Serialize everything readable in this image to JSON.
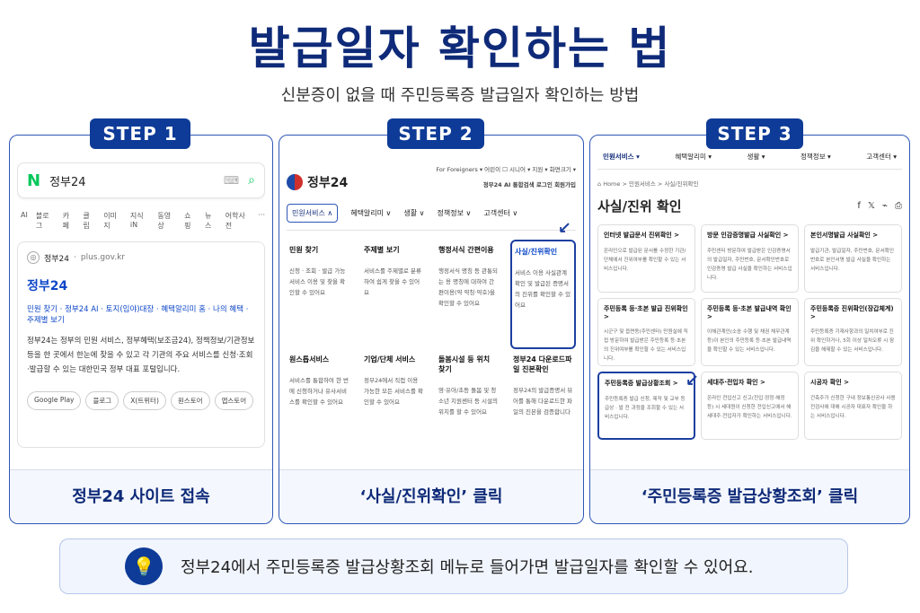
{
  "title": "발급일자 확인하는 법",
  "subtitle": "신분증이 없을 때 주민등록증 발급일자 확인하는 방법",
  "steps": [
    {
      "badge": "STEP 1",
      "caption": "정부24 사이트 접속"
    },
    {
      "badge": "STEP 2",
      "caption": "‘사실/진위확인’ 클릭"
    },
    {
      "badge": "STEP 3",
      "caption": "‘주민등록증 발급상황조회’ 클릭"
    }
  ],
  "step1": {
    "logo": "N",
    "query": "정부24",
    "tabs": [
      "AI",
      "블로그",
      "카페",
      "클립",
      "이미지",
      "지식iN",
      "동영상",
      "쇼핑",
      "뉴스",
      "어학사전",
      "···"
    ],
    "site_name": "정부24",
    "site_url": "plus.gov.kr",
    "result_title": "정부24",
    "quick_links": "민원 찾기 · 정부24 AI · 토지(임야)대장 · 혜택알리미 홈 · 나의 혜택 · 주제별 보기",
    "description": "정부24는 정부의 민원 서비스, 정부혜택(보조금24), 정책정보/기관정보 등을 한 곳에서 한눈에 찾을 수 있고 각 기관의 주요 서비스를 신청·조회·발급할 수 있는 대한민국 정부 대표 포털입니다.",
    "chips": [
      "Google Play",
      "블로그",
      "X(트위터)",
      "원스토어",
      "앱스토어"
    ]
  },
  "step2": {
    "logo": "정부24",
    "util_row1": "For Foreigners ▾   어린이 ☐   시니어 ▾   지원 ▾   화면크기 ▾",
    "util_row2": "정부24 AI   통합검색   로그인   회원가입",
    "nav": [
      "민원서비스 ∧",
      "혜택알리미 ∨",
      "생활 ∨",
      "정책정보 ∨",
      "고객센터 ∨"
    ],
    "cells": [
      {
        "title": "민원 찾기",
        "desc": "신청 · 조회 · 발급 가능 서비스 이용 및 찾을 확인할 수 있어요"
      },
      {
        "title": "주제별 보기",
        "desc": "서비스를 주제별로 분류하여 쉽게 찾을 수 있어요"
      },
      {
        "title": "행정서식 간편이용",
        "desc": "행정서식 명칭 등 관통되는 용 명칭에 대하여 간편이용(약 약칭·약호)을 확인할 수 있어요"
      },
      {
        "title": "사실/진위확인",
        "desc": "서비스 이용 사실관계 확인 및 발급된 증명서의 진위를 확인할 수 있어요"
      },
      {
        "title": "원스톱서비스",
        "desc": "서비스를 통합하여 한 번에 신청하거나 유사서비스를 확인할 수 있어요"
      },
      {
        "title": "기업/단체 서비스",
        "desc": "정부24에서 직접 이용 가능한 모든 서비스를 확인할 수 있어요"
      },
      {
        "title": "돌봄시설 등 위치 찾기",
        "desc": "영·유아/초등 돌봄 및 청소년 지원센터 등 시설의 위치를 할 수 있어요"
      },
      {
        "title": "정부24 다운로드파일 진본확인",
        "desc": "정부24의 발급증명서 뷰어를 통해 다운로드한 파일의 진본을 검증합니다"
      }
    ]
  },
  "step3": {
    "nav": [
      "민원서비스 ▾",
      "혜택알리미 ▾",
      "생활 ▾",
      "정책정보 ▾",
      "고객센터 ▾"
    ],
    "breadcrumb": "⌂ Home  >  민원서비스  >  사실/진위확인",
    "page_title": "사실/진위 확인",
    "cards": [
      {
        "title": "인터넷 발급문서 진위확인 >",
        "desc": "온라인으로 발급된 문서를 수정한 기관/단체에서 진위여부를 확인할 수 있는 서비스입니다."
      },
      {
        "title": "방문 인감증명발급 사실확인 >",
        "desc": "주민센터 방문하여 발급받은 인감증명서의 발급일자, 주민번호, 문서확인번호로 인감증명 발급 사실을 확인하는 서비스입니다."
      },
      {
        "title": "본인서명발급 사실확인 >",
        "desc": "발급기관, 발급일자, 주민번호, 문서확인번호로 본인서명 발급 사실을 확인하는 서비스입니다."
      },
      {
        "title": "주민등록 등·초본 발급 진위확인 >",
        "desc": "시군구 및 읍면동(주민센터) 민원실에 직접 방문하여 발급받은 주민등록 등·초본의 진위여부를 확인할 수 있는 서비스입니다."
      },
      {
        "title": "주민등록 등·초본 발급내역 확인 >",
        "desc": "이해관계인(소송 수행 및 채권 채무관계 등)이 본인의 주민등록 등·초본 발급내역을 확인할 수 있는 서비스입니다."
      },
      {
        "title": "주민등록증 진위확인(장갑체계) >",
        "desc": "주민등록증 기재사항과의 일치여부로 진위 확인하거나, 5회 이상 일치오류 시 잠김을 해제할 수 있는 서비스입니다."
      },
      {
        "title": "주민등록증 발급상황조회 >",
        "desc": "주민등록증 발급 신청, 제작 및 교부 등 급상 · 발 전 과정을 조회할 수 있는 서비스입니다."
      },
      {
        "title": "세대주·전입자 확인 >",
        "desc": "온라인 전입신고 신고(전입·정정·해정 등) 시 세대원이 신청한 전입신고에서 해세대주·전입자가 확인하는 서비스입니다."
      },
      {
        "title": "시공자 확인 >",
        "desc": "건축주가 신청한 구내 정보통신공사 사용전검사에 대해 시공자 대표자 확인을 하는 서비스입니다."
      }
    ]
  },
  "tip": "정부24에서 주민등록증 발급상황조회 메뉴로 들어가면 발급일자를 확인할 수 있어요."
}
